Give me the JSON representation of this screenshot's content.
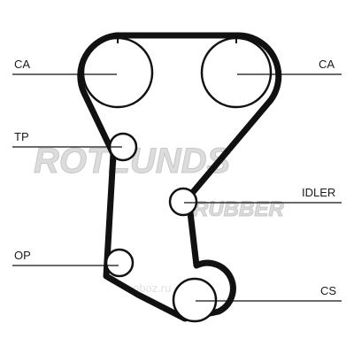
{
  "watermark": {
    "brand": "ROTLUNDS",
    "sub": "RUBBER",
    "site": "oboz.ru"
  },
  "labels": {
    "ca_left": "CA",
    "ca_right": "CA",
    "tp": "TP",
    "idler": "IDLER",
    "op": "OP",
    "cs": "CS"
  },
  "colors": {
    "belt": "#111111",
    "pulley": "#111111",
    "leader": "#111111",
    "watermark": "#dcdcdc"
  }
}
